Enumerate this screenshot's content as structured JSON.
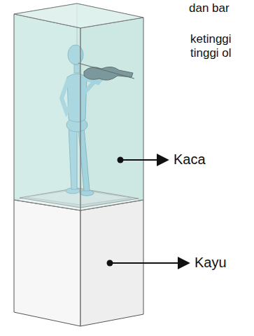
{
  "diagram": {
    "labels": [
      "dan bar",
      "ketinggi tinggi ol",
      "Kaca",
      "Kayu"
    ]
  }
}
